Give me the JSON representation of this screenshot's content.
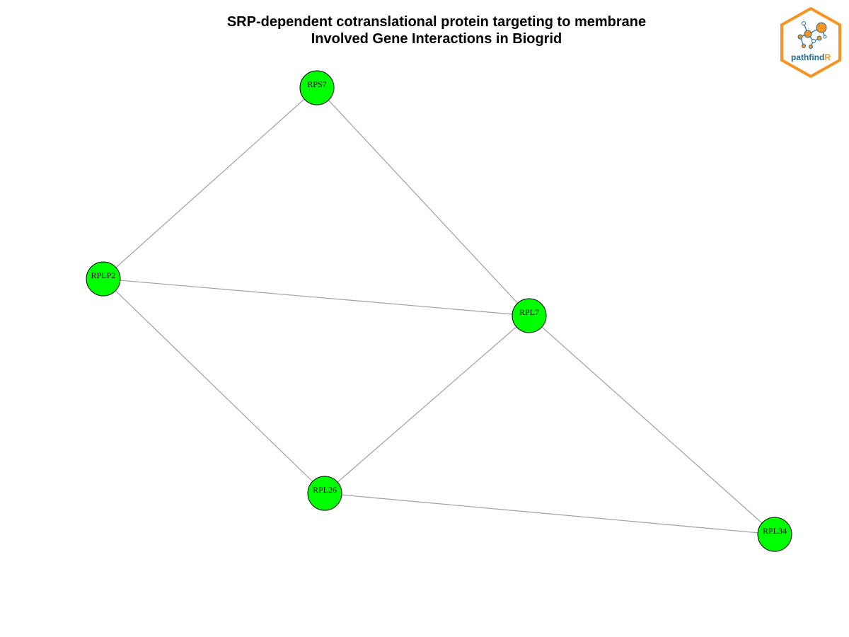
{
  "title": {
    "line1": "SRP-dependent cotranslational protein targeting to membrane",
    "line2": "Involved Gene Interactions in Biogrid"
  },
  "logo": {
    "text_main": "pathfind",
    "text_accent": "R",
    "border_color": "#F7931E",
    "text_color": "#1B6E9A"
  },
  "graph": {
    "node_color": "#00FF00",
    "edge_color": "#A0A0A0",
    "nodes": [
      {
        "id": "RPS7",
        "label": "RPS7"
      },
      {
        "id": "RPLP2",
        "label": "RPLP2"
      },
      {
        "id": "RPL7",
        "label": "RPL7"
      },
      {
        "id": "RPL26",
        "label": "RPL26"
      },
      {
        "id": "RPL34",
        "label": "RPL34"
      }
    ],
    "edges": [
      [
        "RPS7",
        "RPLP2"
      ],
      [
        "RPS7",
        "RPL7"
      ],
      [
        "RPLP2",
        "RPL7"
      ],
      [
        "RPLP2",
        "RPL26"
      ],
      [
        "RPL7",
        "RPL26"
      ],
      [
        "RPL7",
        "RPL34"
      ],
      [
        "RPL26",
        "RPL34"
      ]
    ]
  }
}
